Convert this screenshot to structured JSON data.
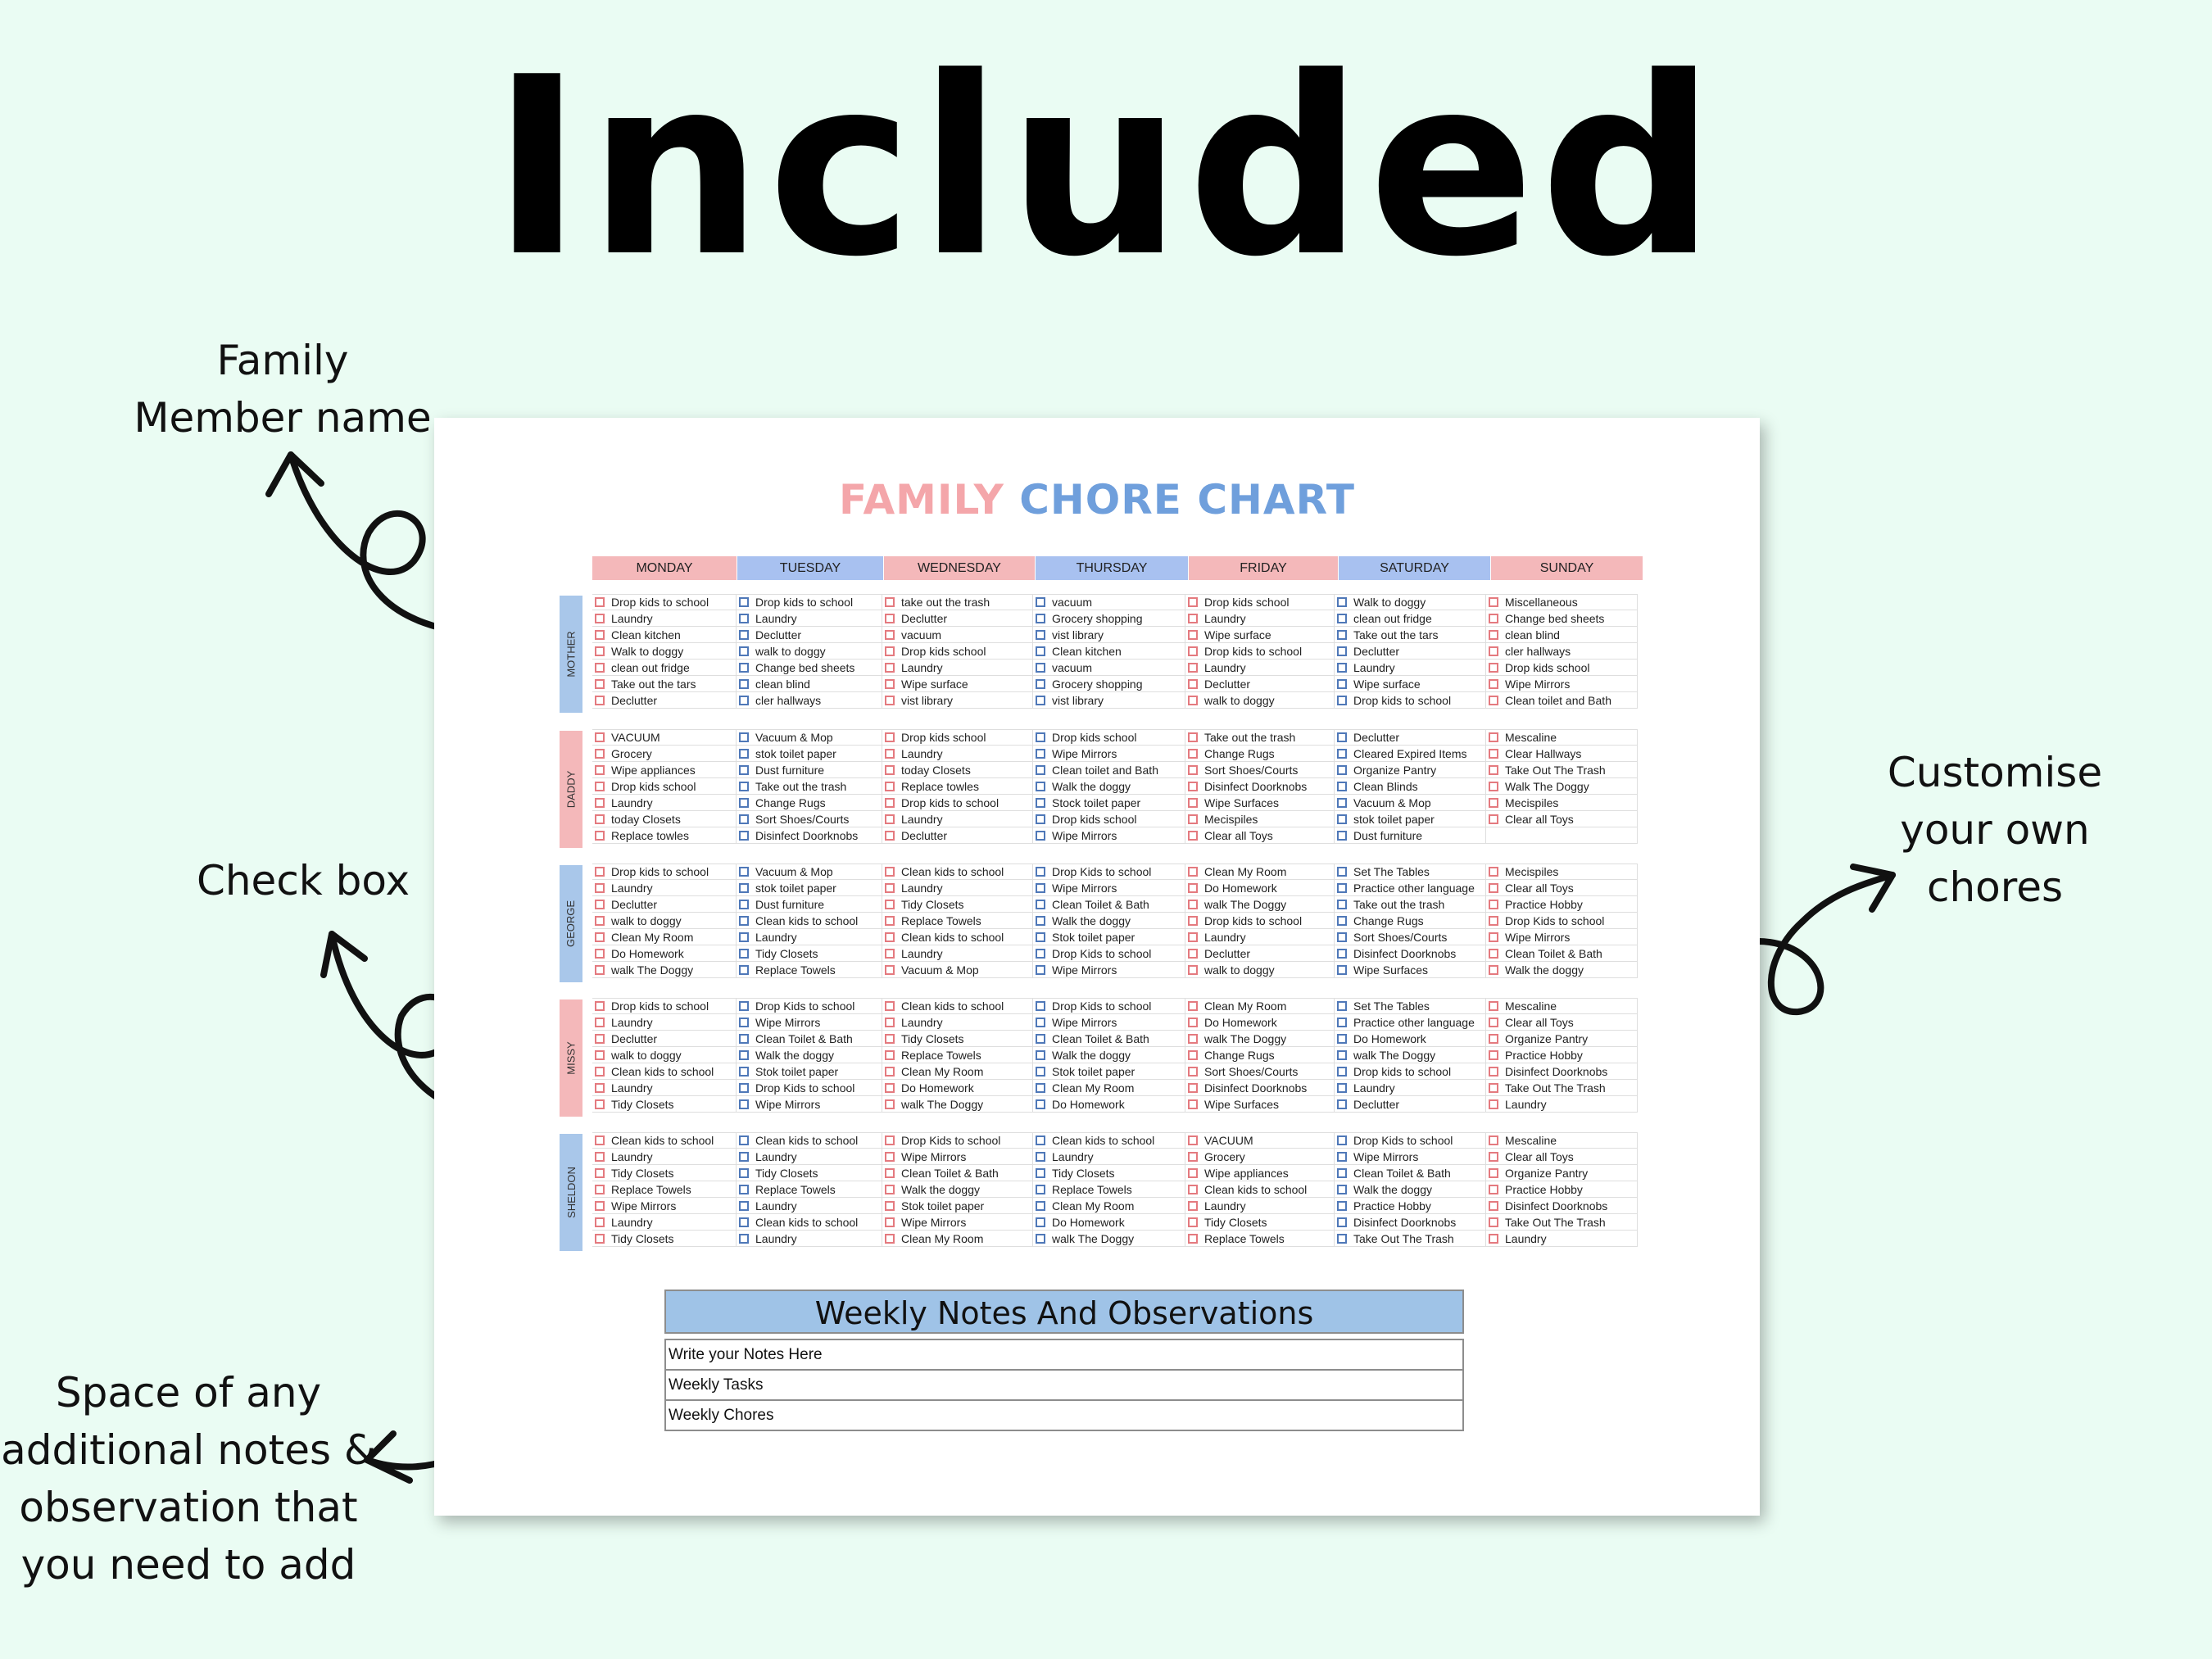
{
  "headline": "Included",
  "callouts": {
    "family_member_name": [
      "Family",
      "Member name"
    ],
    "check_box": "Check box",
    "customise": [
      "Customise",
      "your own",
      "chores"
    ],
    "notes_space": [
      "Space of any",
      "additional notes &",
      "observation that",
      "you need to add"
    ]
  },
  "chart": {
    "title_part1": "FAMILY",
    "title_part2": "CHORE",
    "title_part3": "CHART",
    "days": [
      "MONDAY",
      "TUESDAY",
      "WEDNESDAY",
      "THURSDAY",
      "FRIDAY",
      "SATURDAY",
      "SUNDAY"
    ],
    "members": [
      {
        "name": "MOTHER",
        "chores": [
          [
            "Drop kids to school",
            "Laundry",
            "Clean kitchen",
            "Walk to doggy",
            "clean out fridge",
            "Take out the tars",
            "Declutter"
          ],
          [
            "Drop kids to school",
            "Laundry",
            "Declutter",
            "walk to doggy",
            "Change bed sheets",
            "clean blind",
            "cler hallways"
          ],
          [
            "take out the trash",
            "Declutter",
            "vacuum",
            "Drop kids school",
            "Laundry",
            "Wipe surface",
            "vist library"
          ],
          [
            "vacuum",
            "Grocery shopping",
            "vist library",
            "Clean kitchen",
            "vacuum",
            "Grocery shopping",
            "vist library"
          ],
          [
            "Drop kids school",
            "Laundry",
            "Wipe surface",
            "Drop kids to school",
            "Laundry",
            "Declutter",
            "walk to doggy"
          ],
          [
            "Walk to doggy",
            "clean out fridge",
            "Take out the tars",
            "Declutter",
            "Laundry",
            "Wipe surface",
            "Drop kids to school"
          ],
          [
            "Miscellaneous",
            "Change bed sheets",
            "clean blind",
            "cler hallways",
            "Drop kids school",
            "Wipe Mirrors",
            "Clean toilet and Bath"
          ]
        ]
      },
      {
        "name": "DADDY",
        "chores": [
          [
            "VACUUM",
            "Grocery",
            "Wipe appliances",
            "Drop kids school",
            "Laundry",
            "today Closets",
            "Replace towles"
          ],
          [
            "Vacuum & Mop",
            "stok toilet  paper",
            "Dust furniture",
            "Take out the trash",
            "Change Rugs",
            "Sort Shoes/Courts",
            "Disinfect Doorknobs"
          ],
          [
            "Drop kids school",
            "Laundry",
            "today Closets",
            "Replace towles",
            "Drop kids to school",
            "Laundry",
            "Declutter"
          ],
          [
            "Drop kids school",
            "Wipe Mirrors",
            "Clean toilet and Bath",
            "Walk the doggy",
            "Stock toilet paper",
            "Drop kids school",
            "Wipe Mirrors"
          ],
          [
            "Take out the trash",
            "Change Rugs",
            "Sort Shoes/Courts",
            "Disinfect Doorknobs",
            "Wipe Surfaces",
            "Mecispiles",
            "Clear all Toys"
          ],
          [
            "Declutter",
            "Cleared Expired Items",
            "Organize Pantry",
            "Clean Blinds",
            "Vacuum & Mop",
            "stok toilet  paper",
            "Dust furniture"
          ],
          [
            "Mescaline",
            "Clear Hallways",
            "Take Out The Trash",
            "Walk The Doggy",
            "Mecispiles",
            "Clear all Toys",
            ""
          ]
        ]
      },
      {
        "name": "GEORGE",
        "chores": [
          [
            "Drop kids to school",
            "Laundry",
            "Declutter",
            "walk to doggy",
            "Clean My Room",
            "Do Homework",
            "walk The Doggy"
          ],
          [
            "Vacuum & Mop",
            "stok toilet  paper",
            "Dust furniture",
            "Clean kids to school",
            "Laundry",
            "Tidy Closets",
            "Replace Towels"
          ],
          [
            "Clean kids to school",
            "Laundry",
            "Tidy Closets",
            "Replace Towels",
            "Clean kids to school",
            "Laundry",
            "Vacuum & Mop"
          ],
          [
            "Drop Kids to school",
            "Wipe Mirrors",
            "Clean Toilet & Bath",
            "Walk the doggy",
            "Stok toilet paper",
            "Drop Kids to school",
            "Wipe Mirrors"
          ],
          [
            "Clean My Room",
            "Do Homework",
            "walk The Doggy",
            "Drop kids to school",
            "Laundry",
            "Declutter",
            "walk to doggy"
          ],
          [
            "Set The Tables",
            "Practice other language",
            "Take out the trash",
            "Change Rugs",
            "Sort Shoes/Courts",
            "Disinfect Doorknobs",
            "Wipe Surfaces"
          ],
          [
            "Mecispiles",
            "Clear all Toys",
            "Practice Hobby",
            "Drop Kids to school",
            "Wipe Mirrors",
            "Clean Toilet & Bath",
            "Walk the doggy"
          ]
        ]
      },
      {
        "name": "MISSY",
        "chores": [
          [
            "Drop kids to school",
            "Laundry",
            "Declutter",
            "walk to doggy",
            "Clean kids to school",
            "Laundry",
            "Tidy Closets"
          ],
          [
            "Drop Kids to school",
            "Wipe Mirrors",
            "Clean Toilet & Bath",
            "Walk the doggy",
            "Stok toilet paper",
            "Drop Kids to school",
            "Wipe Mirrors"
          ],
          [
            "Clean kids to school",
            "Laundry",
            "Tidy Closets",
            "Replace Towels",
            "Clean My Room",
            "Do Homework",
            "walk The Doggy"
          ],
          [
            "Drop Kids to school",
            "Wipe Mirrors",
            "Clean Toilet & Bath",
            "Walk the doggy",
            "Stok toilet paper",
            "Clean My Room",
            "Do Homework"
          ],
          [
            "Clean My Room",
            "Do Homework",
            "walk The Doggy",
            "Change Rugs",
            "Sort Shoes/Courts",
            "Disinfect Doorknobs",
            "Wipe Surfaces"
          ],
          [
            "Set The Tables",
            "Practice other language",
            "Do Homework",
            "walk The Doggy",
            "Drop kids to school",
            "Laundry",
            "Declutter"
          ],
          [
            "Mescaline",
            "Clear all Toys",
            "Organize Pantry",
            "Practice Hobby",
            "Disinfect Doorknobs",
            "Take Out The Trash",
            "Laundry"
          ]
        ]
      },
      {
        "name": "SHELDON",
        "chores": [
          [
            "Clean kids to school",
            "Laundry",
            "Tidy Closets",
            "Replace Towels",
            "Wipe Mirrors",
            "Laundry",
            "Tidy Closets"
          ],
          [
            "Clean kids to school",
            "Laundry",
            "Tidy Closets",
            "Replace Towels",
            "Laundry",
            "Clean kids to school",
            "Laundry"
          ],
          [
            "Drop Kids to school",
            "Wipe Mirrors",
            "Clean Toilet & Bath",
            "Walk the doggy",
            "Stok toilet paper",
            "Wipe Mirrors",
            "Clean My Room"
          ],
          [
            "Clean kids to school",
            "Laundry",
            "Tidy Closets",
            "Replace Towels",
            "Clean My Room",
            "Do Homework",
            "walk The Doggy"
          ],
          [
            "VACUUM",
            "Grocery",
            "Wipe appliances",
            "Clean kids to school",
            "Laundry",
            "Tidy Closets",
            "Replace Towels"
          ],
          [
            "Drop Kids to school",
            "Wipe Mirrors",
            "Clean Toilet & Bath",
            "Walk the doggy",
            "Practice Hobby",
            "Disinfect Doorknobs",
            "Take Out The Trash"
          ],
          [
            "Mescaline",
            "Clear all Toys",
            "Organize Pantry",
            "Practice Hobby",
            "Disinfect Doorknobs",
            "Take Out The Trash",
            "Laundry"
          ]
        ]
      }
    ],
    "notes": {
      "title": "Weekly Notes And Observations",
      "lines": [
        "Write your Notes Here",
        "Weekly Tasks",
        "Weekly Chores"
      ]
    }
  },
  "colors": {
    "background": "#eafcf3",
    "pink": "#f4b8ba",
    "blue": "#a8c1f0",
    "title_pink": "#f4a6aa",
    "title_blue": "#6f9fdc",
    "checkbox_pink": "#e47a7f",
    "checkbox_blue": "#4f78b8"
  }
}
